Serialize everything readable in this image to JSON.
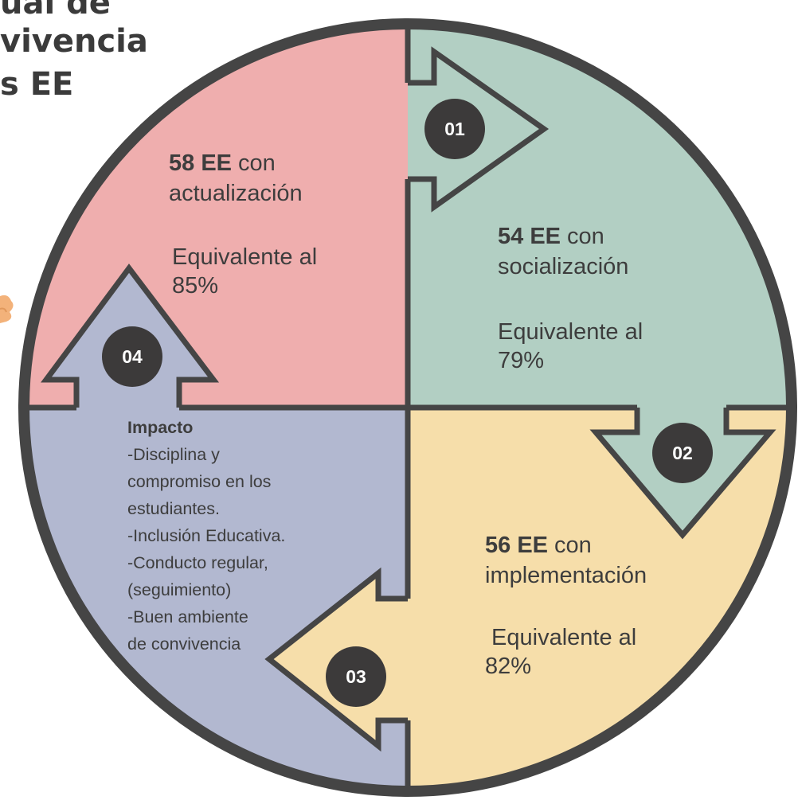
{
  "title": {
    "line1": "ual de",
    "line2": "vivencia",
    "line3": "s EE"
  },
  "colors": {
    "actualizacion": "#efaeae",
    "socializacion": "#b2cfc3",
    "implementacion": "#f6deaa",
    "impacto": "#b2b8d0",
    "outline": "#454545",
    "badge": "#3c3a3a",
    "decoration": "#f3b27a"
  },
  "steps": [
    {
      "badge": "01",
      "count": "58 EE",
      "rest": " con",
      "action": "actualización",
      "equiv": "Equivalente al",
      "pct": "85%"
    },
    {
      "badge": "02",
      "count": "54 EE",
      "rest": " con",
      "action": "socialización",
      "equiv": "Equivalente al",
      "pct": "79%"
    },
    {
      "badge": "03",
      "count": "56 EE",
      "rest": " con",
      "action": "implementación",
      "equiv": " Equivalente al",
      "pct": "82%"
    },
    {
      "badge": "04"
    }
  ],
  "impacto": {
    "heading": "Impacto",
    "lines": [
      "-Disciplina y",
      "compromiso en los",
      "estudiantes.",
      "-Inclusión Educativa.",
      "-Conducto regular,",
      "(seguimiento)",
      "-Buen ambiente",
      "de convivencia"
    ]
  }
}
